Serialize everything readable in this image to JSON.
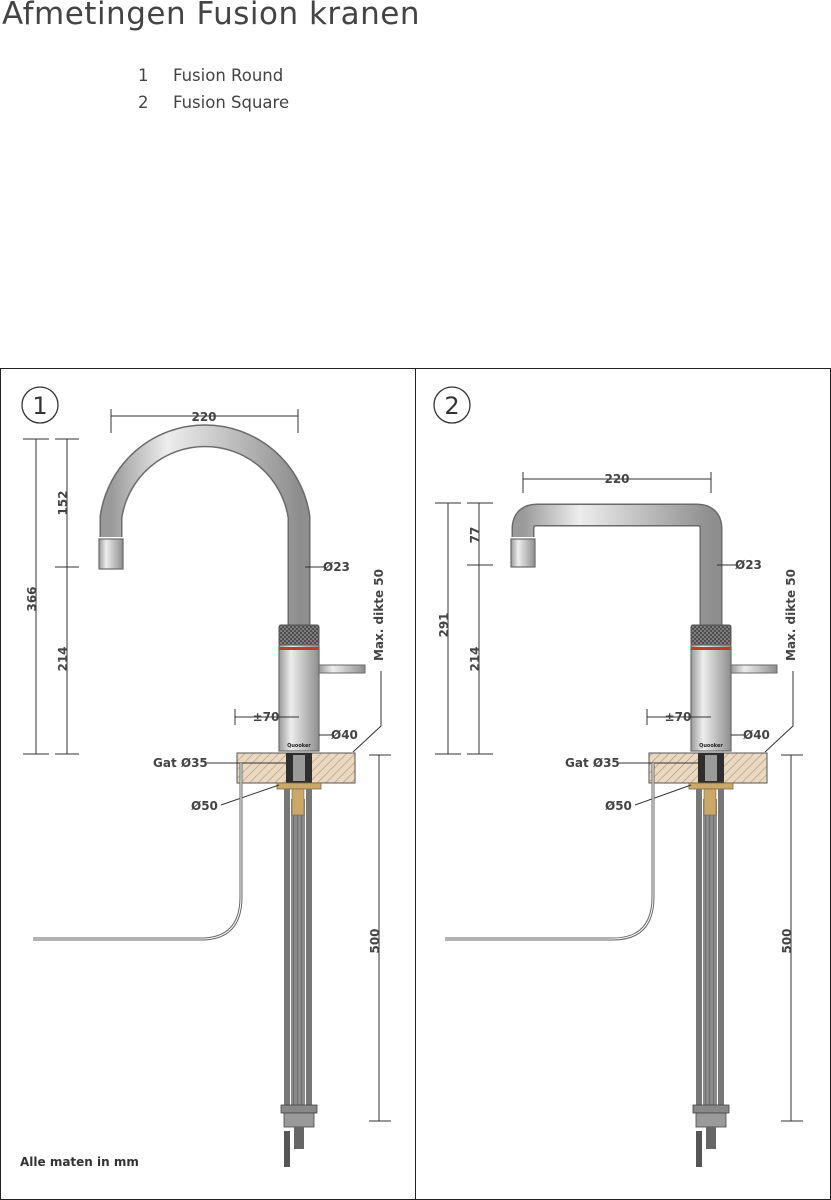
{
  "page": {
    "title": "Afmetingen Fusion kranen",
    "footnote": "Alle maten in mm"
  },
  "models": [
    {
      "number": "1",
      "name": "Fusion Round"
    },
    {
      "number": "2",
      "name": "Fusion Square"
    }
  ],
  "panel_1": {
    "badge": "1",
    "width": "220",
    "total_height": "366",
    "spout_height": "152",
    "body_height": "214",
    "spout_diameter": "Ø23",
    "max_thickness": "Max. dikte 50",
    "offset": "±70",
    "body_diameter": "Ø40",
    "hole": "Gat Ø35",
    "base_diameter": "Ø50",
    "hose_length": "500",
    "brand": "Quooker"
  },
  "panel_2": {
    "badge": "2",
    "width": "220",
    "total_height": "291",
    "spout_height": "77",
    "body_height": "214",
    "spout_diameter": "Ø23",
    "max_thickness": "Max. dikte 50",
    "offset": "±70",
    "body_diameter": "Ø40",
    "hole": "Gat Ø35",
    "base_diameter": "Ø50",
    "hose_length": "500",
    "brand": "Quooker"
  }
}
